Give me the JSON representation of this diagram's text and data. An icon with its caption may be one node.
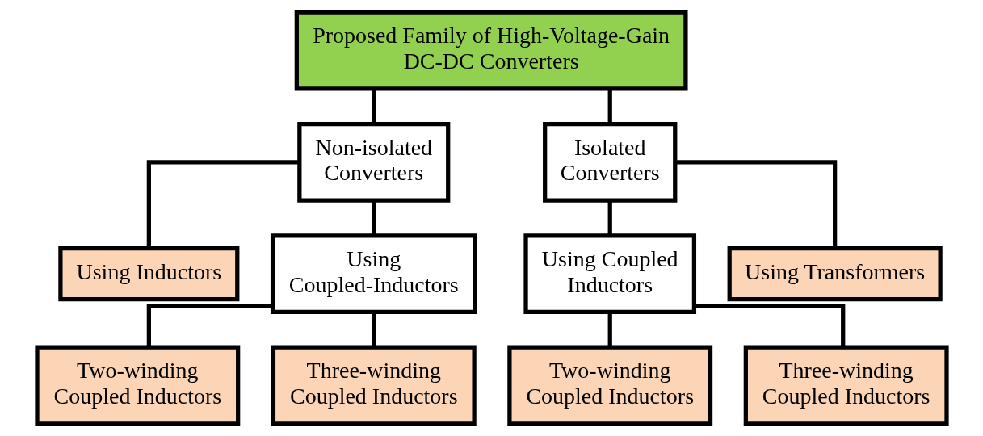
{
  "diagram": {
    "nodes": [
      {
        "text": [
          "Proposed Family of High-Voltage-Gain DC-DC Converters"
        ]
      },
      {
        "text": [
          "Non-isolated Converters"
        ]
      },
      {
        "text": [
          "Isolated Converters"
        ]
      },
      {
        "text": [
          "Using Inductors"
        ]
      },
      {
        "text": [
          "Using Coupled-Inductors"
        ]
      },
      {
        "text": [
          "Using Coupled Inductors"
        ]
      },
      {
        "text": [
          "Using Transformers"
        ]
      },
      {
        "text": [
          "Two-winding Coupled Inductors"
        ]
      },
      {
        "text": [
          "Three-winding Coupled Inductors"
        ]
      },
      {
        "text": [
          "Two-winding Coupled Inductors"
        ]
      },
      {
        "text": [
          "Three-winding Coupled Inductors"
        ]
      }
    ],
    "edges": [
      {
        "from": 0,
        "to": 1,
        "arrow": "none"
      },
      {
        "from": 0,
        "to": 2,
        "arrow": "none"
      },
      {
        "from": 1,
        "to": 3,
        "arrow": "none"
      },
      {
        "from": 1,
        "to": 4,
        "arrow": "none"
      },
      {
        "from": 2,
        "to": 5,
        "arrow": "none"
      },
      {
        "from": 2,
        "to": 6,
        "arrow": "none"
      },
      {
        "from": 4,
        "to": 7,
        "arrow": "none"
      },
      {
        "from": 4,
        "to": 8,
        "arrow": "none"
      },
      {
        "from": 5,
        "to": 9,
        "arrow": "none"
      },
      {
        "from": 5,
        "to": 10,
        "arrow": "none"
      }
    ]
  }
}
